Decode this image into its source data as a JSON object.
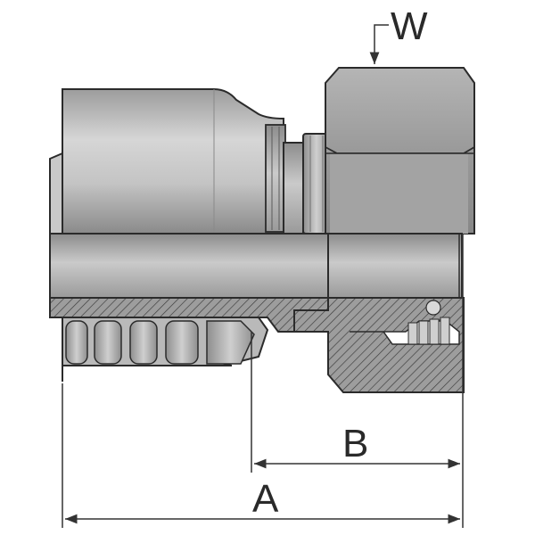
{
  "labels": {
    "w": "W",
    "a": "A",
    "b": "B"
  },
  "colors": {
    "metal_light": "#d2d2d2",
    "metal_mid": "#a9a9a9",
    "metal_dark": "#6e6e6e",
    "section_fill": "#9a9a9a",
    "hatch": "#3a3a3a",
    "outline": "#2b2b2b",
    "dimension": "#333333",
    "background": "#ffffff"
  }
}
